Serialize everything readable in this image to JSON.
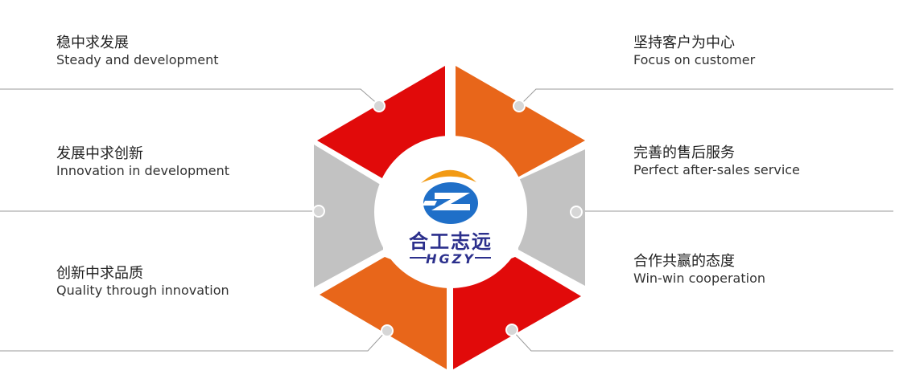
{
  "left_items": [
    {
      "cn": "稳中求发展",
      "en": "Steady and development"
    },
    {
      "cn": "发展中求创新",
      "en": "Innovation in development"
    },
    {
      "cn": "创新中求品质",
      "en": "Quality through innovation"
    }
  ],
  "right_items": [
    {
      "cn": "坚持客户为中心",
      "en": "Focus on customer"
    },
    {
      "cn": "完善的售后服务",
      "en": "Perfect after-sales service"
    },
    {
      "cn": "合作共赢的态度",
      "en": "Win-win cooperation"
    }
  ],
  "logo": {
    "cn": "合工志远",
    "en": "HGZY"
  },
  "colors": {
    "red": "#e10a0a",
    "orange": "#e8661a",
    "gray": "#c2c2c2",
    "line": "#9a9a9a",
    "logo_blue": "#1f6fc8",
    "logo_orange": "#f29a14"
  }
}
